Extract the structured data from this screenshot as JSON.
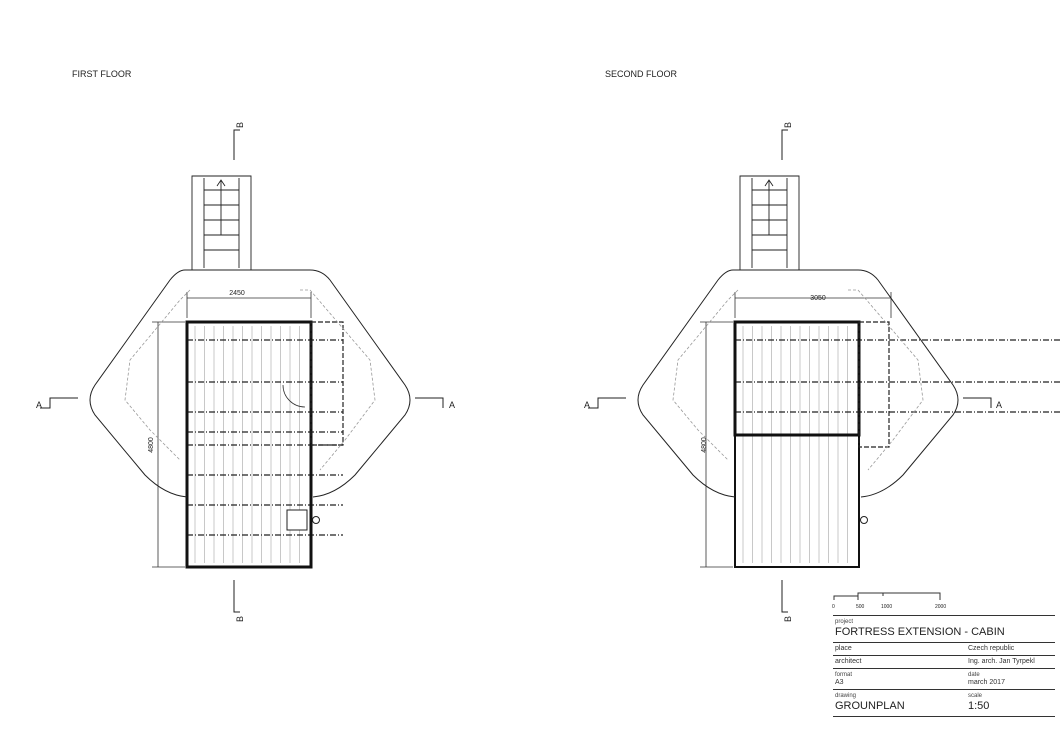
{
  "floors": [
    {
      "title": "FIRST FLOOR",
      "width_dim": "2450",
      "length_dim": "4800",
      "section_a": "A",
      "section_b": "B"
    },
    {
      "title": "SECOND FLOOR",
      "width_dim": "3050",
      "length_dim": "4800",
      "section_a": "A",
      "section_b": "B"
    }
  ],
  "scale_bar": {
    "ticks": [
      "0",
      "500",
      "1000",
      "2000"
    ]
  },
  "title_block": {
    "project_label": "project",
    "project": "FORTRESS EXTENSION - CABIN",
    "place_label": "place",
    "place": "Czech republic",
    "architect_label": "architect",
    "architect": "Ing. arch. Jan Tyrpekl",
    "format_label": "format",
    "format": "A3",
    "date_label": "date",
    "date": "march 2017",
    "drawing_label": "drawing",
    "drawing": "GROUNPLAN",
    "scale_label": "scale",
    "scale": "1:50"
  }
}
